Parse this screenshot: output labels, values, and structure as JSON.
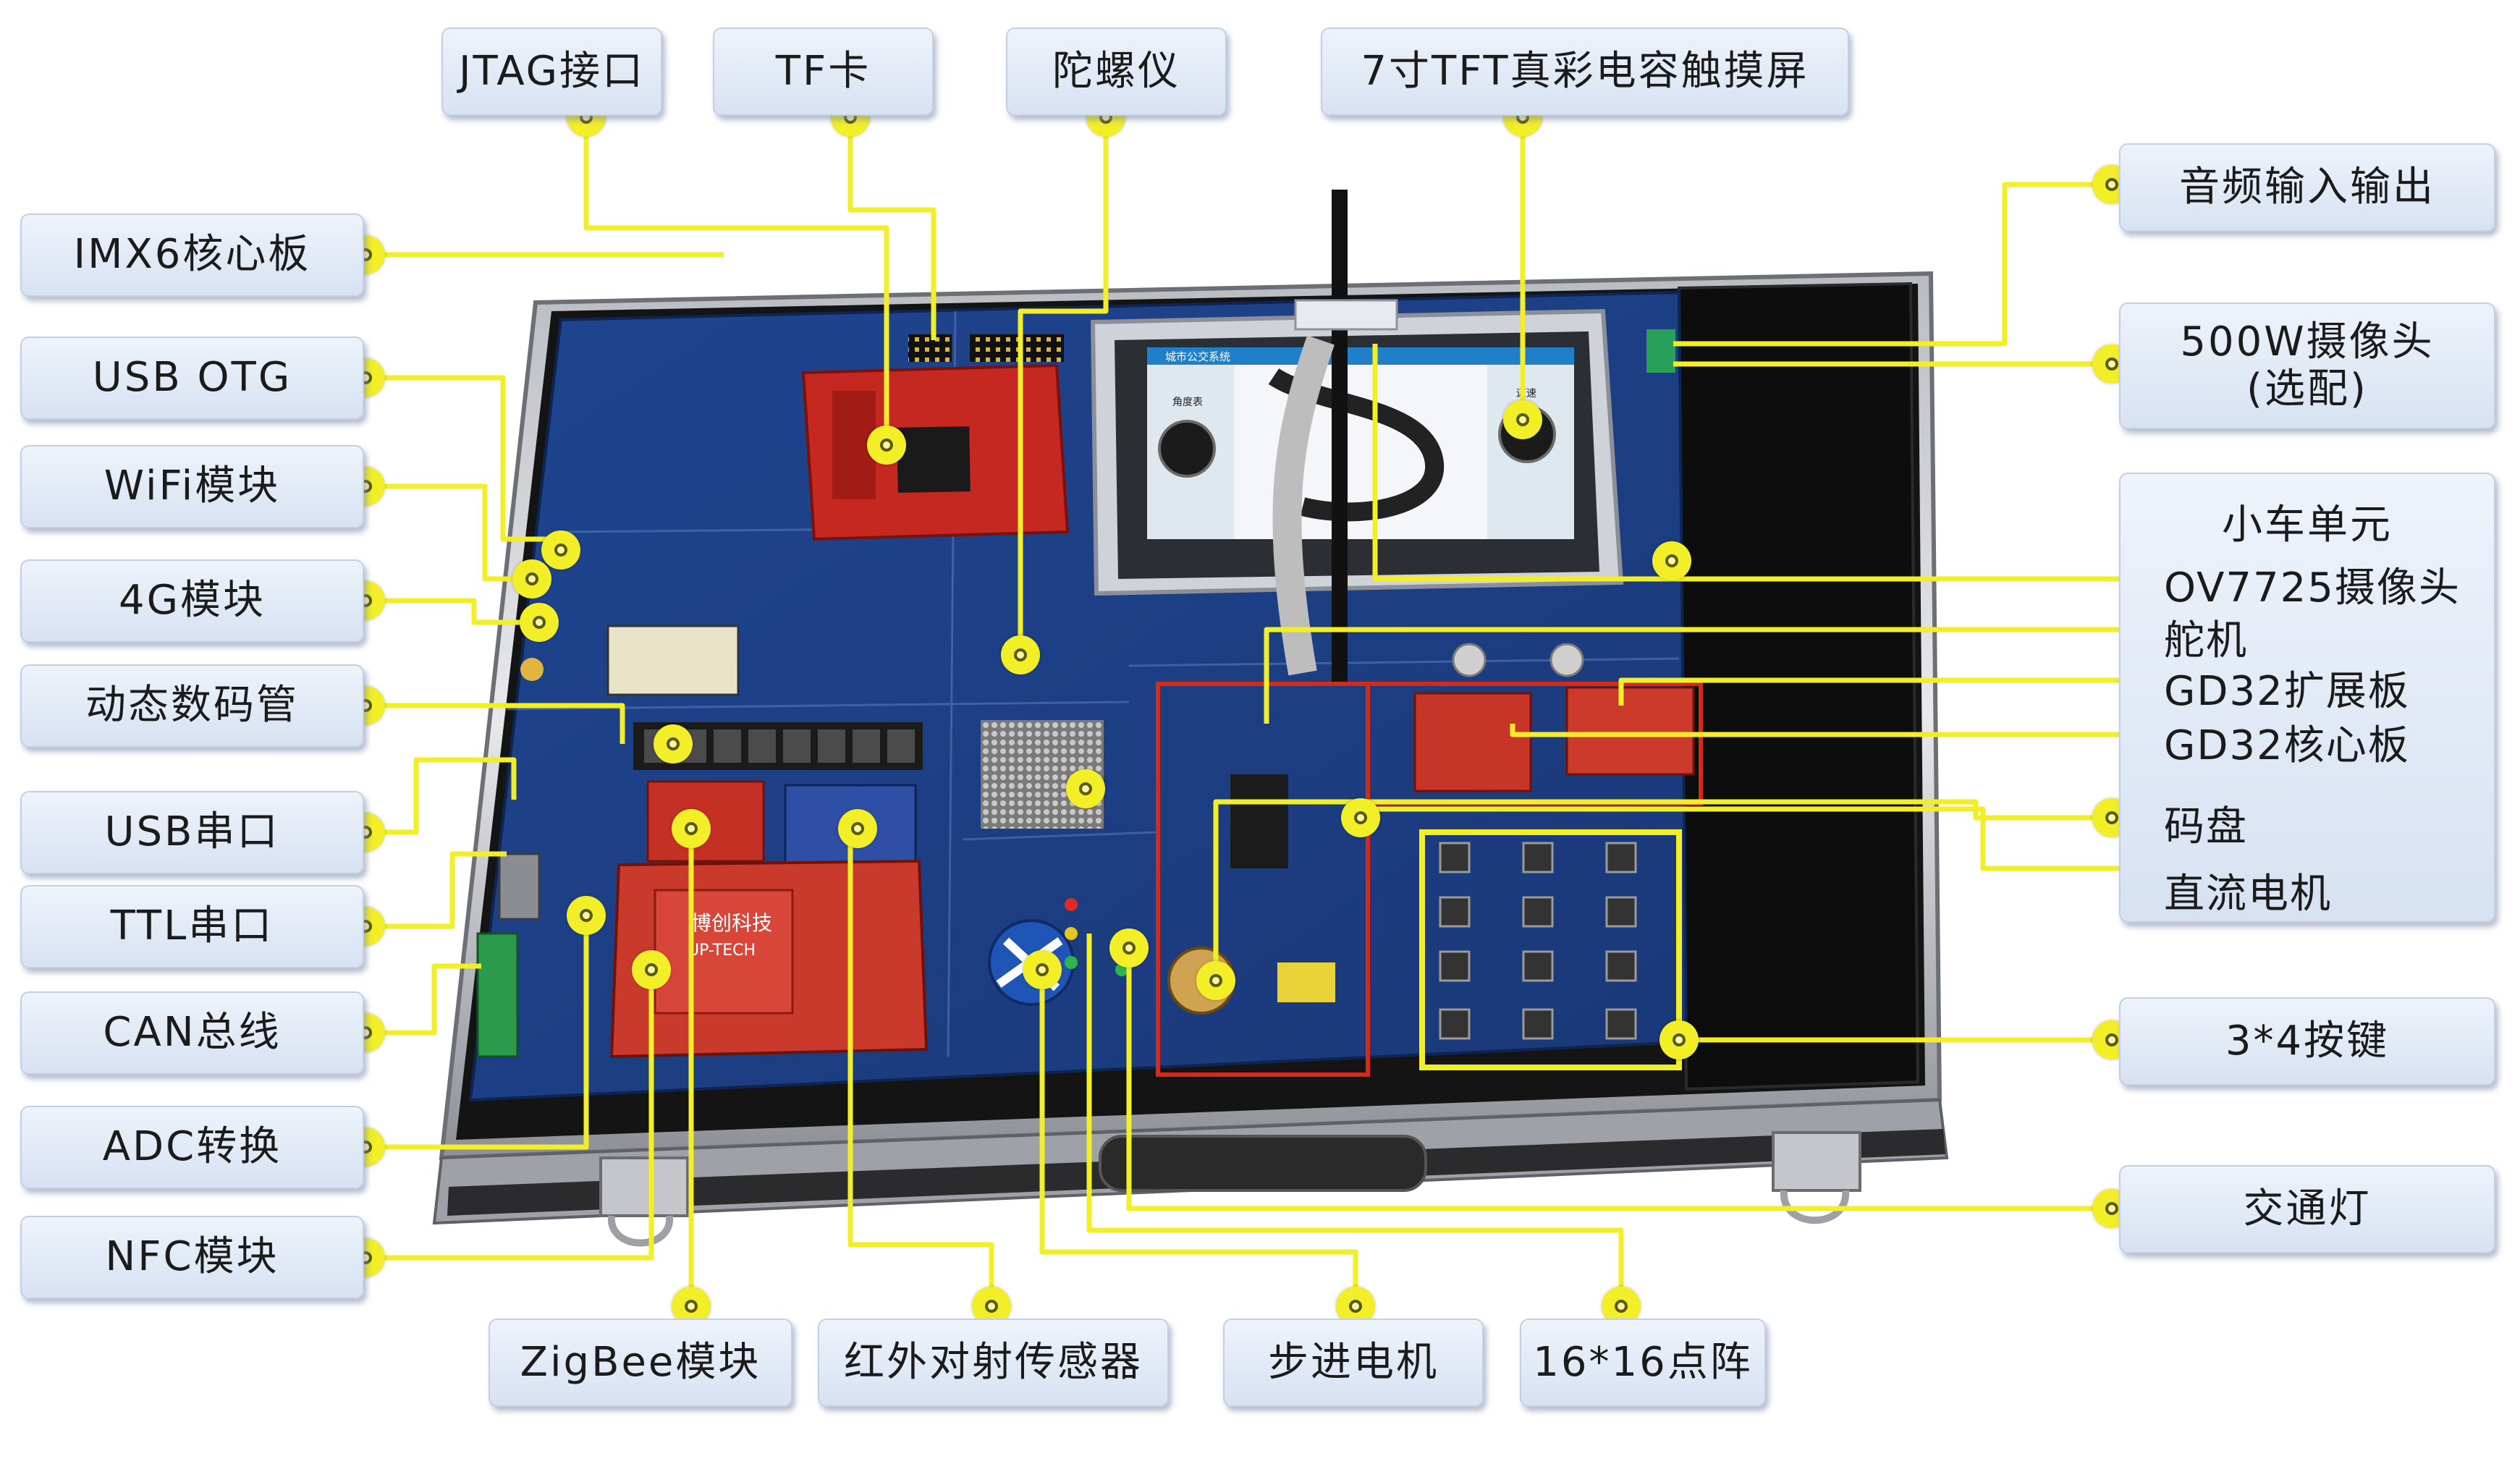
{
  "labels": {
    "jtag": "JTAG接口",
    "tf": "TF卡",
    "gyro": "陀螺仪",
    "lcd": "7寸TFT真彩电容触摸屏",
    "imx6": "IMX6核心板",
    "usb_otg": "USB OTG",
    "wifi": "WiFi模块",
    "g4": "4G模块",
    "seg": "动态数码管",
    "usb_serial": "USB串口",
    "ttl": "TTL串口",
    "can": "CAN总线",
    "adc": "ADC转换",
    "nfc": "NFC模块",
    "zigbee": "ZigBee模块",
    "ir": "红外对射传感器",
    "stepper": "步进电机",
    "matrix": "16*16点阵",
    "audio": "音频输入输出",
    "camera_500w_line1": "500W摄像头",
    "camera_500w_line2": "(选配)",
    "keys": "3*4按键",
    "traffic": "交通灯"
  },
  "car_unit": {
    "title": "小车单元",
    "items": [
      "OV7725摄像头",
      "舵机",
      "GD32扩展板",
      "GD32核心板",
      "码盘",
      "直流电机"
    ]
  },
  "board_silkscreen": {
    "brand_cn": "博创科技",
    "brand_en": "UP-TECH",
    "screen_left_gauge": "角度表",
    "screen_right_gauge": "迈速",
    "screen_top_bar": "城市公交系统"
  },
  "colors": {
    "connector_line": "#f2ee28",
    "board_blue": "#1d3f86",
    "highlight_red": "#d42a1a",
    "label_bg": "#dfe8f5"
  }
}
